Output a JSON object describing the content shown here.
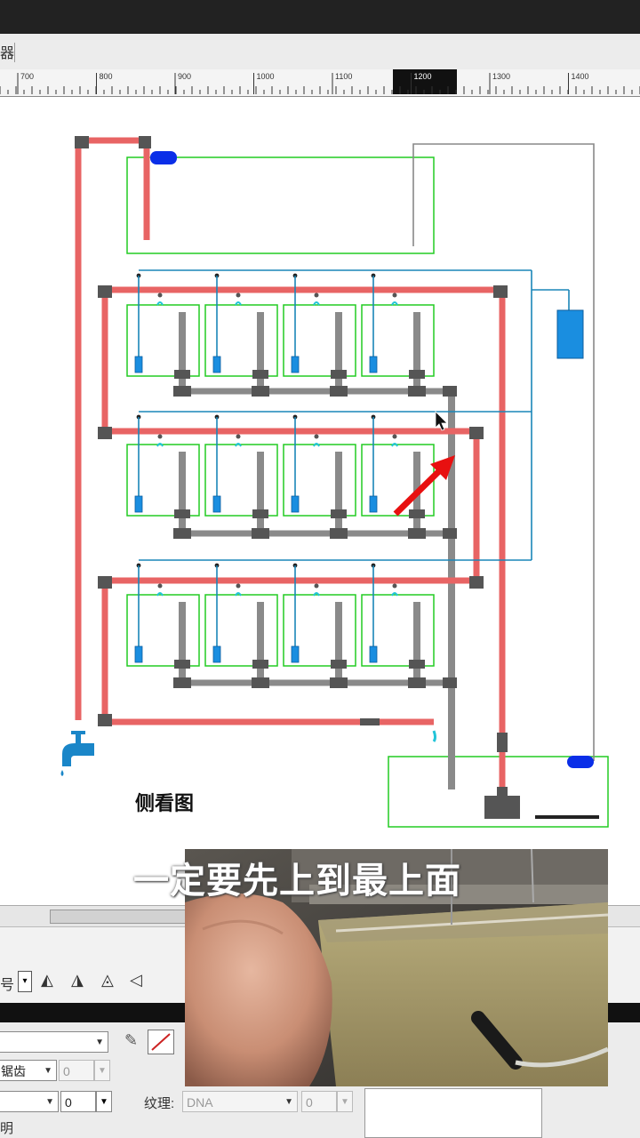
{
  "toolbar": {
    "left_glyph": "器"
  },
  "ruler": {
    "labels": [
      "700",
      "800",
      "900",
      "1000",
      "1100",
      "1200",
      "1300",
      "1400"
    ]
  },
  "diagram": {
    "caption": "侧看图",
    "colors": {
      "hot_pipe": "#e86464",
      "gray_pipe": "#8a8a8a",
      "joint": "#555555",
      "tank_border": "#22cc22",
      "blue_line": "#1a86b8",
      "blue_block": "#1a8ee0",
      "float_valve": "#0a2ee8",
      "arrow": "#e81010"
    }
  },
  "subtitle": "一定要先上到最上面",
  "properties": {
    "row1_label": "号",
    "combo2_value": "锯齿",
    "spin_value_disabled": "0",
    "spin_value": "0",
    "texture_label": "纹理:",
    "texture_value": "DNA",
    "texture_amount": "0",
    "bottom_label": "明"
  }
}
